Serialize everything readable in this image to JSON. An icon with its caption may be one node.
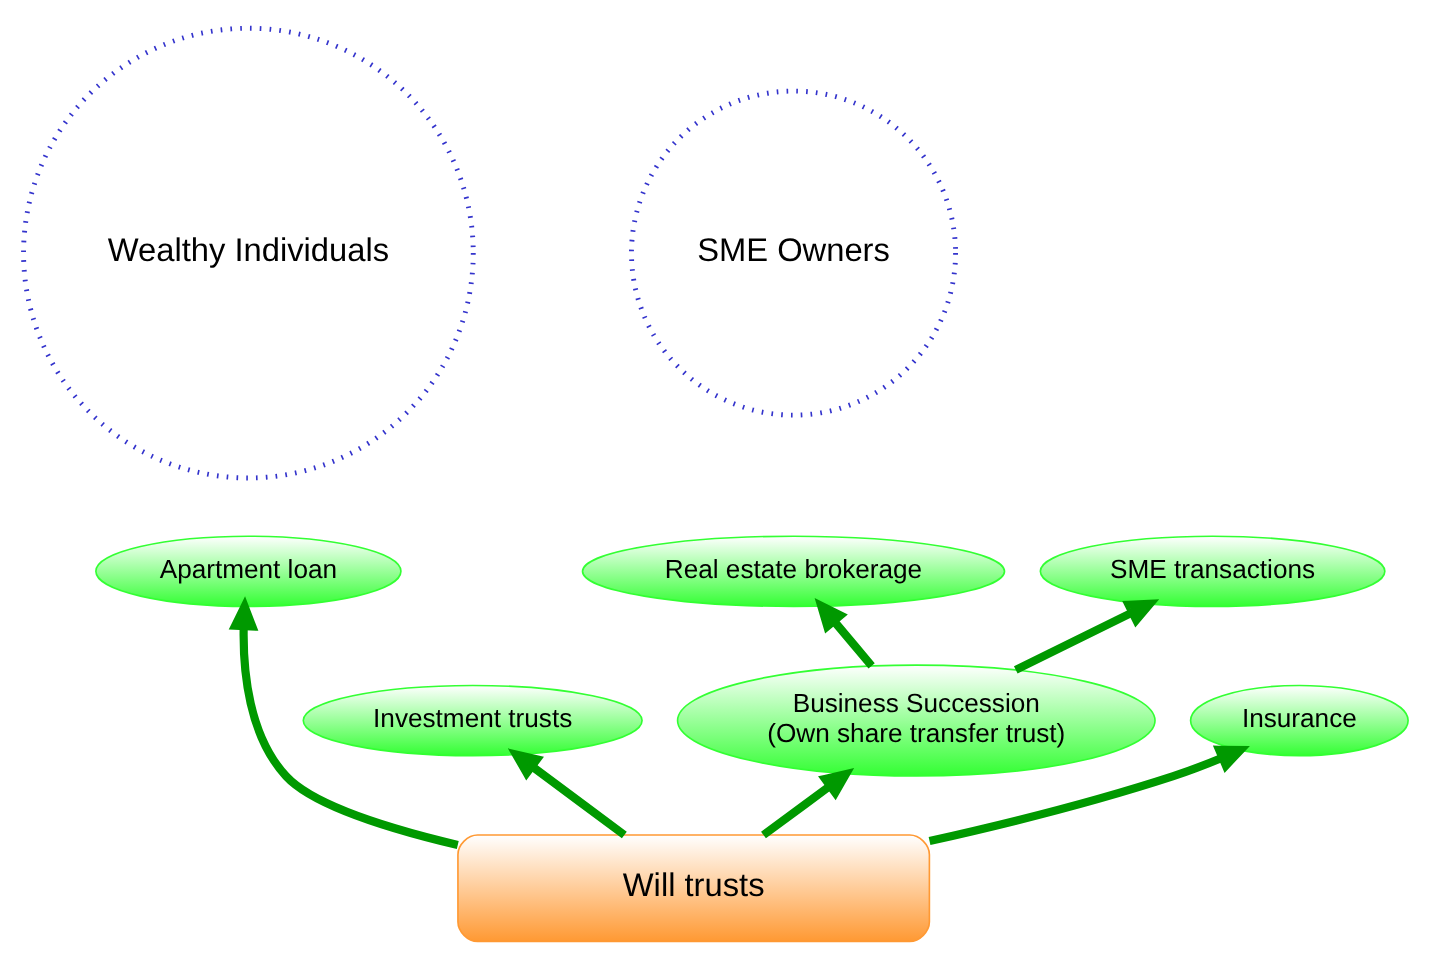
{
  "diagram": {
    "nodes": [
      {
        "text": [
          "SME Owners"
        ]
      },
      {
        "text": [
          "Wealthy Individuals"
        ]
      },
      {
        "text": [
          "Real estate brokerage"
        ]
      },
      {
        "text": [
          "Apartment loan"
        ]
      },
      {
        "text": [
          "SME transactions"
        ]
      },
      {
        "text": [
          "Investment trusts"
        ]
      },
      {
        "text": [
          "Business Succession",
          "(Own share transfer trust)"
        ]
      },
      {
        "text": [
          "Insurance"
        ]
      },
      {
        "text": [
          "Will trusts"
        ]
      }
    ],
    "edges": [
      {
        "from": 8,
        "to": 6,
        "arrow": "to"
      },
      {
        "from": 6,
        "to": 4,
        "arrow": "to"
      },
      {
        "from": 6,
        "to": 2,
        "arrow": "to"
      },
      {
        "from": 8,
        "to": 5,
        "arrow": "to"
      },
      {
        "from": 8,
        "to": 7,
        "arrow": "to"
      },
      {
        "from": 8,
        "to": 3,
        "arrow": "to"
      }
    ]
  }
}
